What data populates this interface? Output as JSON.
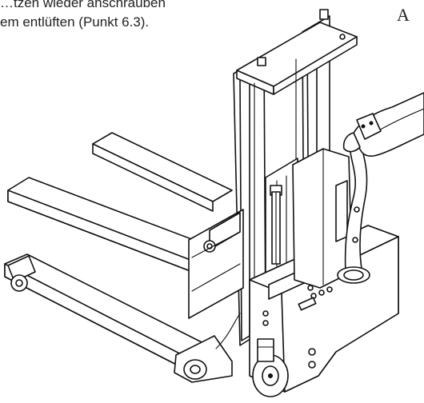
{
  "instruction_text": {
    "line_1": "…tzen wieder anschrauben",
    "line_2": "em entlüften (Punkt 6.3)."
  },
  "figure_label": "A"
}
